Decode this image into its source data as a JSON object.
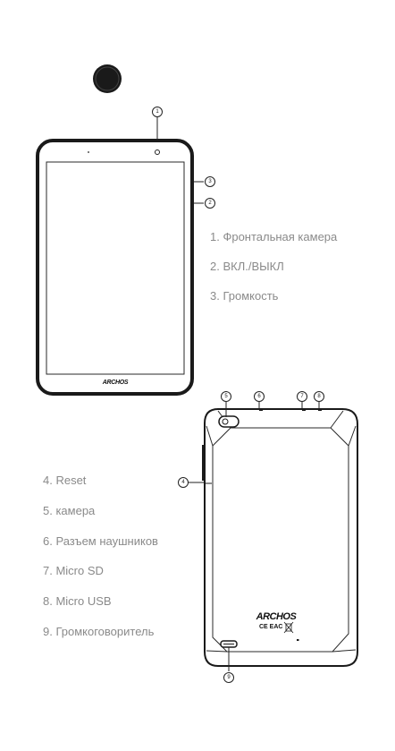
{
  "front_labels": [
    "1. Фронтальная камера",
    "2. ВКЛ./ВЫКЛ",
    "3. Громкость"
  ],
  "back_labels": [
    "4. Reset",
    "5. камера",
    "6. Разъем наушников",
    "7. Micro SD",
    "8. Micro USB",
    "9. Громкоговоритель"
  ],
  "callouts": [
    "1",
    "2",
    "3",
    "4",
    "5",
    "6",
    "7",
    "8",
    "9"
  ],
  "front_brand": "ARCHOS",
  "back_brand": "ARCHOS",
  "back_marks": "CE EAC"
}
